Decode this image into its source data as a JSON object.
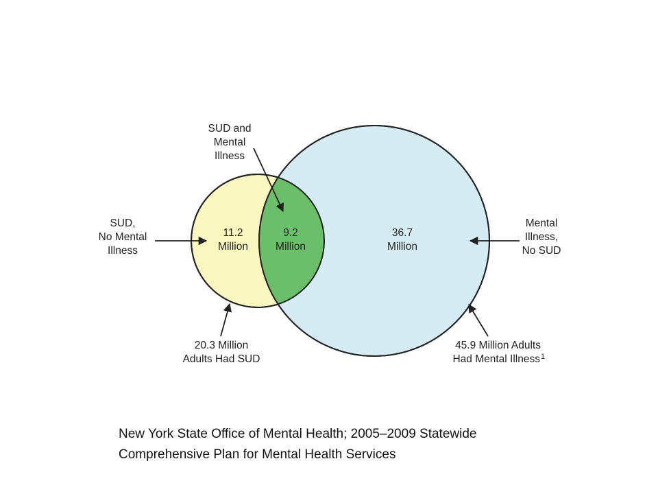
{
  "diagram": {
    "colors": {
      "sud_only_fill": "#fbf7c0",
      "overlap_fill": "#6cbf6a",
      "mental_illness_fill": "#d5ecf4",
      "outline": "#222222"
    },
    "regions": {
      "sud_only": {
        "value": "11.2",
        "unit": "Million"
      },
      "overlap": {
        "value": "9.2",
        "unit": "Million"
      },
      "mental_illness_only": {
        "value": "36.7",
        "unit": "Million"
      }
    },
    "callouts": {
      "sud_and_mental_illness": [
        "SUD and",
        "Mental",
        "Illness"
      ],
      "sud_no_mental_illness": [
        "SUD,",
        "No Mental",
        "Illness"
      ],
      "mental_illness_no_sud": [
        "Mental",
        "Illness,",
        "No SUD"
      ],
      "sud_total": [
        "20.3 Million",
        "Adults Had SUD"
      ],
      "mental_illness_total": [
        "45.9 Million Adults",
        "Had Mental Illness"
      ],
      "mental_illness_total_footnote": "1"
    }
  },
  "caption": {
    "line1": "New York State Office of Mental Health; 2005–2009 Statewide",
    "line2": "Comprehensive Plan for Mental Health Services"
  }
}
